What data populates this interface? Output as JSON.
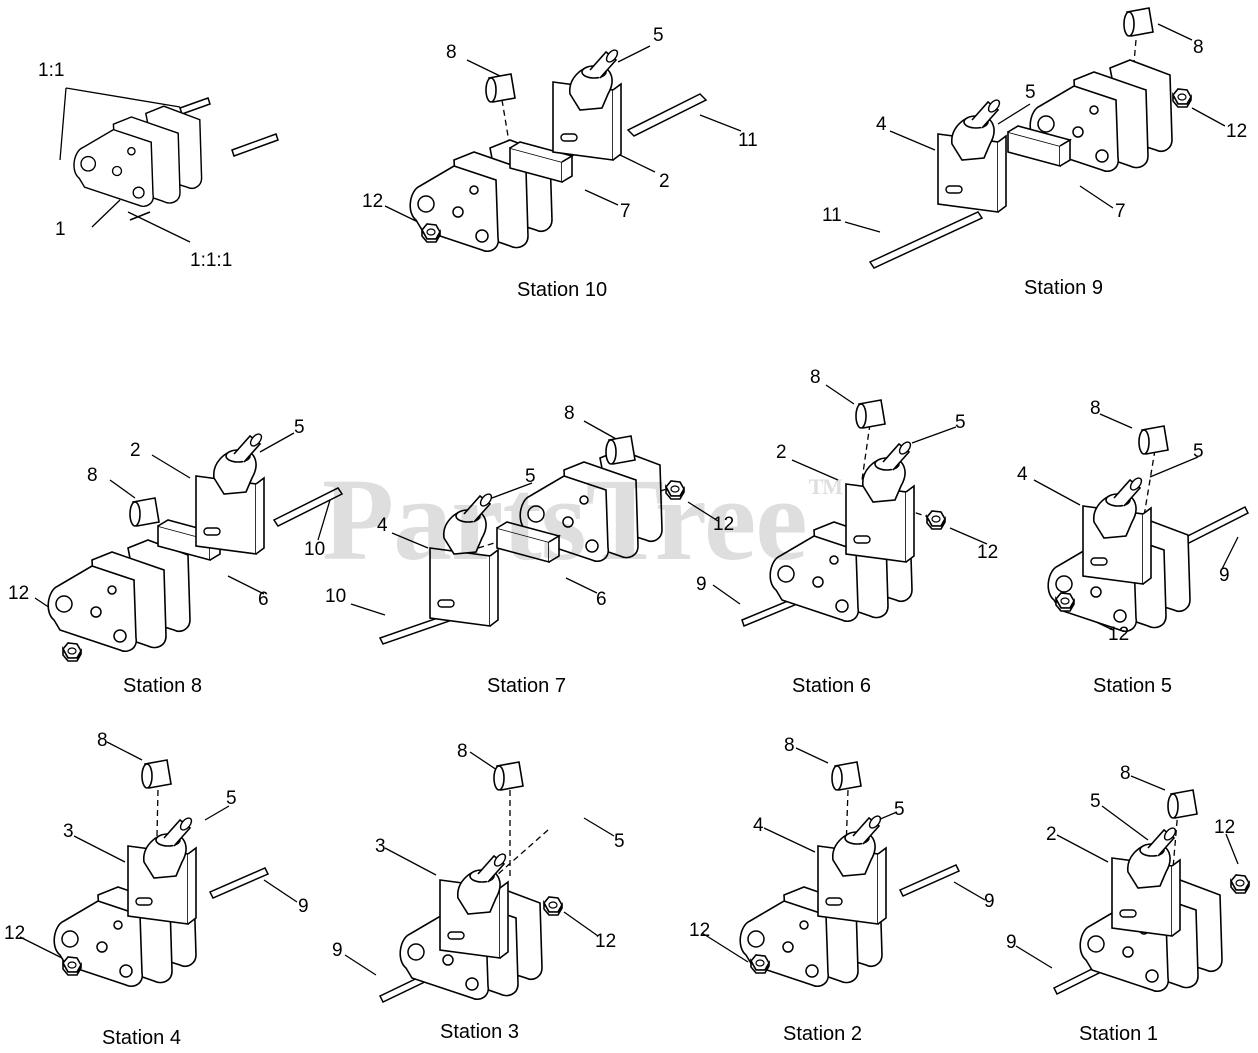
{
  "watermark": {
    "text": "PartsTree",
    "tm": "TM"
  },
  "accent_color": "#000000",
  "diagram": {
    "legend_group": {
      "callouts": [
        "1:1",
        "1",
        "1:1:1"
      ]
    },
    "stations": [
      {
        "id": "s10",
        "label": "Station 10",
        "callouts": [
          "8",
          "5",
          "11",
          "2",
          "7",
          "12"
        ]
      },
      {
        "id": "s9",
        "label": "Station 9",
        "callouts": [
          "8",
          "5",
          "4",
          "12",
          "7",
          "11"
        ]
      },
      {
        "id": "s8",
        "label": "Station 8",
        "callouts": [
          "5",
          "2",
          "8",
          "10",
          "6",
          "12"
        ]
      },
      {
        "id": "s7",
        "label": "Station 7",
        "callouts": [
          "8",
          "5",
          "12",
          "4",
          "6",
          "10"
        ]
      },
      {
        "id": "s6",
        "label": "Station 6",
        "callouts": [
          "8",
          "5",
          "2",
          "12",
          "9"
        ]
      },
      {
        "id": "s5",
        "label": "Station 5",
        "callouts": [
          "8",
          "5",
          "4",
          "9",
          "12"
        ]
      },
      {
        "id": "s4",
        "label": "Station 4",
        "callouts": [
          "8",
          "5",
          "3",
          "9",
          "12"
        ]
      },
      {
        "id": "s3",
        "label": "Station 3",
        "callouts": [
          "8",
          "5",
          "3",
          "12",
          "9"
        ]
      },
      {
        "id": "s2",
        "label": "Station 2",
        "callouts": [
          "8",
          "5",
          "4",
          "9",
          "12"
        ]
      },
      {
        "id": "s1",
        "label": "Station 1",
        "callouts": [
          "8",
          "5",
          "12",
          "2",
          "9"
        ]
      }
    ]
  }
}
